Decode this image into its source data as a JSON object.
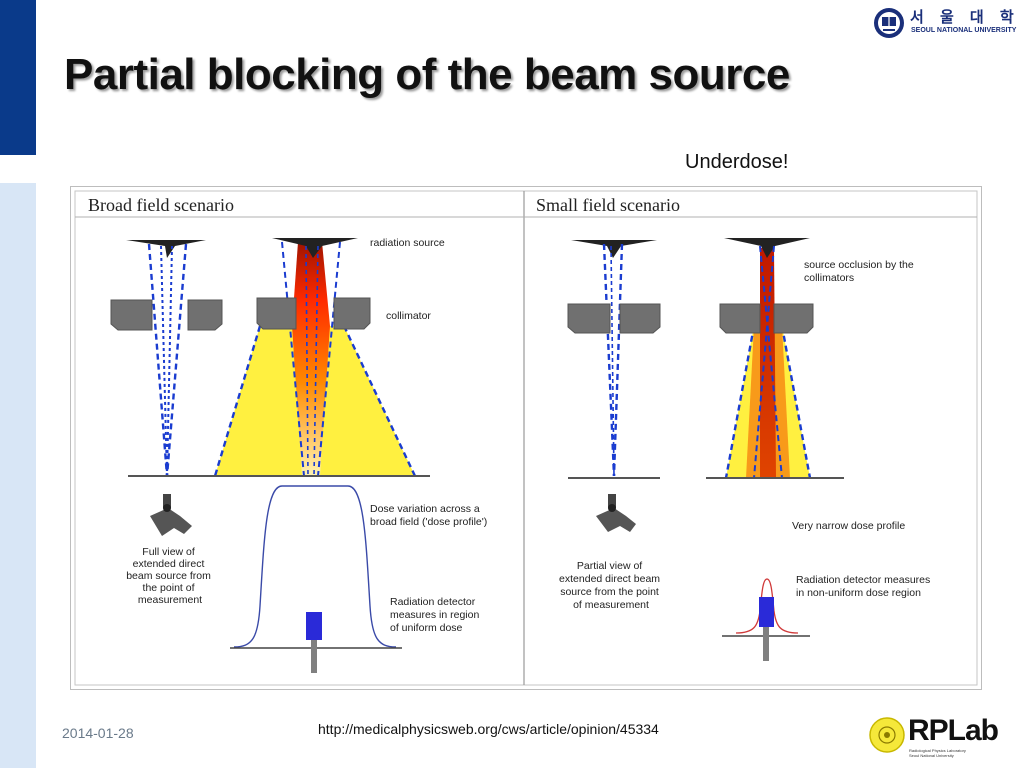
{
  "slide": {
    "title": "Partial blocking of the beam source",
    "annotation": "Underdose!",
    "date": "2014-01-28",
    "source_url": "http://medicalphysicsweb.org/cws/article/opinion/45334"
  },
  "logo_top": {
    "korean": "서 울 대 학 교",
    "english": "SEOUL NATIONAL UNIVERSITY"
  },
  "logo_bottom": {
    "text": "RPLab",
    "subtitle_1": "Radiological Physics Laboratory",
    "subtitle_2": "Seoul National University"
  },
  "diagram": {
    "broad": {
      "title": "Broad field scenario",
      "radiation_source": "radiation source",
      "collimator": "collimator",
      "detector_view": [
        "Full view of",
        "extended direct",
        "beam source from",
        "the point of",
        "measurement"
      ],
      "dose_variation": [
        "Dose variation across a",
        "broad field ('dose profile')"
      ],
      "detector_region": [
        "Radiation detector",
        "measures in region",
        "of uniform  dose"
      ]
    },
    "small": {
      "title": "Small field scenario",
      "occlusion": [
        "source occlusion by the",
        "collimators"
      ],
      "narrow_profile": "Very narrow dose profile",
      "detector_view": [
        "Partial view of",
        "extended direct beam",
        "source from the point",
        "of measurement"
      ],
      "detector_region": [
        "Radiation detector measures",
        "in non-uniform dose region"
      ]
    }
  },
  "colors": {
    "sidebar_dark": "#0a3a8a",
    "sidebar_light": "#d8e6f6",
    "beam_yellow": "#fff040",
    "beam_red": "#e81c00",
    "ray_blue": "#1a3cd0",
    "collimator_grey": "#707070",
    "detector_blue": "#2a2ad8"
  }
}
